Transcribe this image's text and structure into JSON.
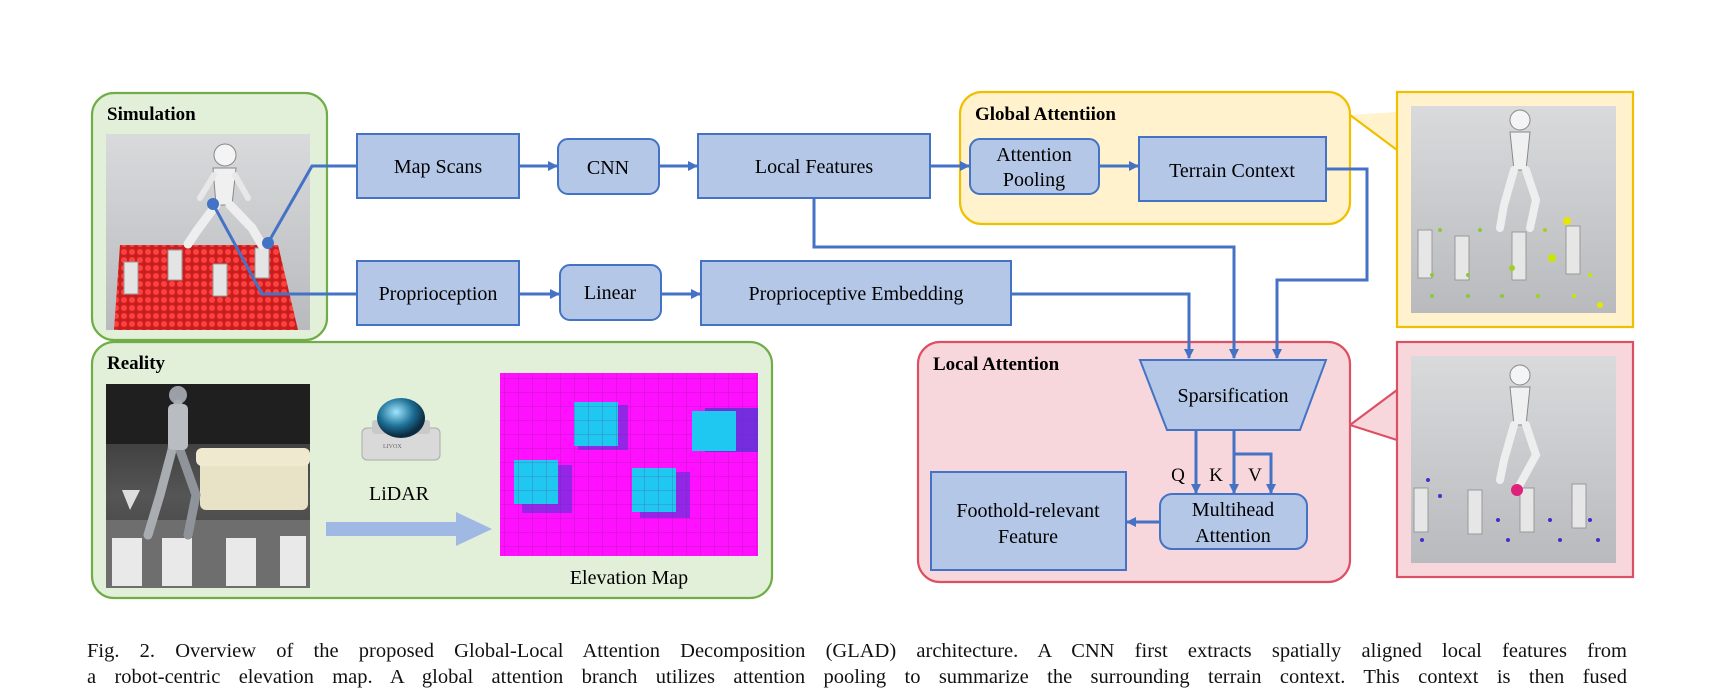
{
  "figure": {
    "simulation": {
      "title": "Simulation"
    },
    "reality": {
      "title": "Reality",
      "lidar_label": "LiDAR",
      "elevation_label": "Elevation Map"
    },
    "blocks": {
      "map_scans": "Map Scans",
      "cnn": "CNN",
      "local_features": "Local Features",
      "proprioception": "Proprioception",
      "linear": "Linear",
      "proprioceptive_embedding": "Proprioceptive Embedding",
      "attention_pooling": [
        "Attention",
        "Pooling"
      ],
      "terrain_context": "Terrain Context",
      "sparsification": "Sparsification",
      "multihead_attention": [
        "Multihead",
        "Attention"
      ],
      "foothold_feature": [
        "Foothold-relevant",
        "Feature"
      ]
    },
    "global_attention": {
      "title": "Global Attentiion"
    },
    "local_attention": {
      "title": "Local Attention"
    },
    "qkv": [
      "Q",
      "K",
      "V"
    ]
  },
  "caption": {
    "lines": [
      "Fig. 2.  Overview of the proposed Global-Local Attention Decomposition (GLAD) architecture. A CNN first extracts spatially aligned local features from",
      "a robot-centric elevation map. A global attention branch utilizes attention pooling to summarize the surrounding terrain context. This context is then fused"
    ]
  },
  "colors": {
    "block_fill": "#b4c7e7",
    "block_stroke": "#4472c4",
    "arrow": "#4472c4",
    "simulation_fill": "#e2f0d9",
    "simulation_stroke": "#70ad47",
    "global_fill": "#fff2cc",
    "global_stroke": "#f0c000",
    "local_fill": "#f8d7dc",
    "local_stroke": "#dc5064",
    "elevation_base": "#ff10ff",
    "elevation_block": "#1ec8f0"
  }
}
